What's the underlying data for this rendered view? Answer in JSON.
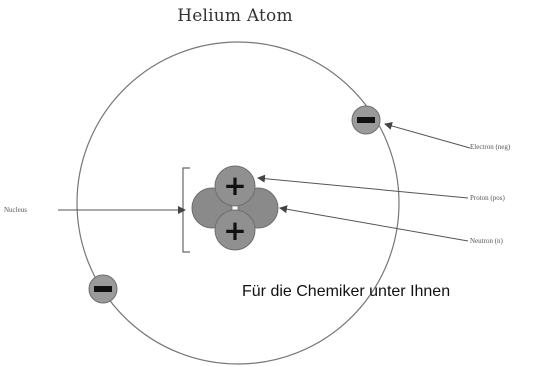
{
  "title": "Helium Atom",
  "labels": {
    "electron": "Electron (neg)",
    "proton": "Proton (pos)",
    "neutron": "Neutron (n)",
    "nucleus": "Nucleus"
  },
  "caption": "Für die Chemiker unter Ihnen",
  "symbols": {
    "plus": "+",
    "minus": "−"
  },
  "colors": {
    "orbit": "#777777",
    "particle": "#8a8a8a",
    "particle_dark": "#6e6e6e",
    "electron": "#9a9a9a",
    "sign": "#111111",
    "leader": "#555555"
  }
}
